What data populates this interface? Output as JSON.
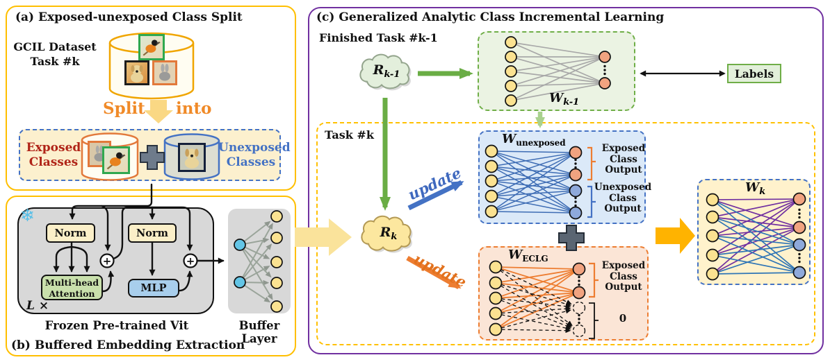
{
  "colors": {
    "panel_border_yellow": "#FFBF00",
    "panel_border_purple": "#7030A0",
    "accent_green": "#6AAD45",
    "accent_light_green": "#A9D18E",
    "accent_blue": "#4472C4",
    "accent_orange": "#ED7D31",
    "update_blue": "#3E68BE",
    "update_orange": "#E2711D",
    "exposed_text_red": "#B02418",
    "split_text_orange": "#F08A28",
    "node_yellow": "#FBE291",
    "node_orange": "#F1A380",
    "node_blue": "#8EA9DB",
    "node_cyan": "#63C5E6",
    "edge_gray": "#A8A8A8",
    "edge_blue": "#3D6CB4",
    "edge_purple": "#7030A0",
    "edge_sky": "#2E75B6",
    "edge_orange": "#ED7D31",
    "buffer_edge": "#9AA49A",
    "fat_arrow_light": "#FAE39B",
    "fat_arrow_gold": "#FFB300"
  },
  "panel_a": {
    "title": "(a) Exposed-unexposed Class Split",
    "dataset_line1": "GCIL Dataset",
    "dataset_line2": "Task #k",
    "split_word": "Split",
    "into_word": "into",
    "exposed_line1": "Exposed",
    "exposed_line2": "Classes",
    "unexposed_line1": "Unexposed",
    "unexposed_line2": "Classes"
  },
  "panel_b": {
    "title": "(b) Buffered Embedding Extraction",
    "norm_label": "Norm",
    "mha_line1": "Multi-head",
    "mha_line2": "Attention",
    "mlp_label": "MLP",
    "plus_label": "+",
    "depth_L": "L",
    "depth_times": "×",
    "vit_caption": "Frozen Pre-trained Vit",
    "buffer_caption": "Buffer Layer",
    "snowflake_icon": "❄"
  },
  "panel_c": {
    "title": "(c) Generalized Analytic Class Incremental Learning",
    "finished_task_label": "Finished Task #k-1",
    "task_label": "Task #k",
    "labels_box": "Labels",
    "update_blue": "update",
    "update_orange": "update",
    "r_prev_main": "R",
    "r_prev_sub": "k-1",
    "r_cur_main": "R",
    "r_cur_sub": "k",
    "w_prev_main": "W",
    "w_prev_sub": "k-1",
    "w_unexposed_main": "W",
    "w_unexposed_sub": "unexposed",
    "w_eclg_main": "W",
    "w_eclg_sub": "ECLG",
    "w_k_main": "W",
    "w_k_sub": "k",
    "exposed_output": [
      "Exposed",
      "Class",
      "Output"
    ],
    "unexposed_output": [
      "Unexposed",
      "Class",
      "Output"
    ],
    "eclg_exposed_output": [
      "Exposed",
      "Class",
      "Output"
    ],
    "zero_label": "0"
  }
}
